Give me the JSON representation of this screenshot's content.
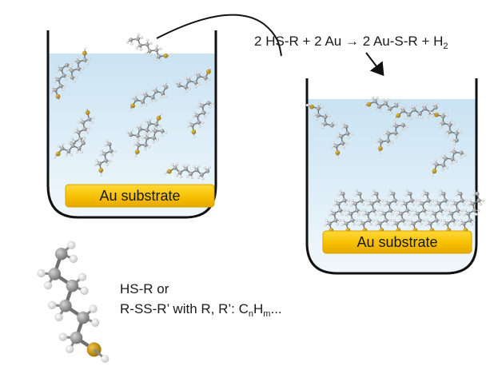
{
  "equation": {
    "lhs_coef_1": "2",
    "lhs_species_1": "HS-R",
    "plus_1": "+",
    "lhs_coef_2": "2",
    "lhs_species_2": "Au",
    "arrow": "→",
    "rhs_coef": "2",
    "rhs_species": "Au-S-R",
    "plus_2": "+",
    "rhs_h": "H",
    "rhs_h_sub": "2"
  },
  "beaker_left": {
    "substrate_label": "Au substrate"
  },
  "beaker_right": {
    "substrate_label": "Au substrate"
  },
  "legend": {
    "line1": "HS-R or",
    "line2_prefix": "R-SS-R’ with R, R’: C",
    "line2_n": "n",
    "line2_h": "H",
    "line2_m": "m",
    "line2_suffix": "..."
  },
  "colors": {
    "liquid_top": "#c9e3f3",
    "liquid_bottom": "#eaf5fb",
    "beaker_outline": "#111111",
    "substrate_fill": "#f6c400",
    "substrate_edge": "#e0a600",
    "carbon": "#8c8c8c",
    "hydrogen": "#e9e9e9",
    "sulfur": "#b8860b",
    "bond": "#6e6e6e"
  }
}
